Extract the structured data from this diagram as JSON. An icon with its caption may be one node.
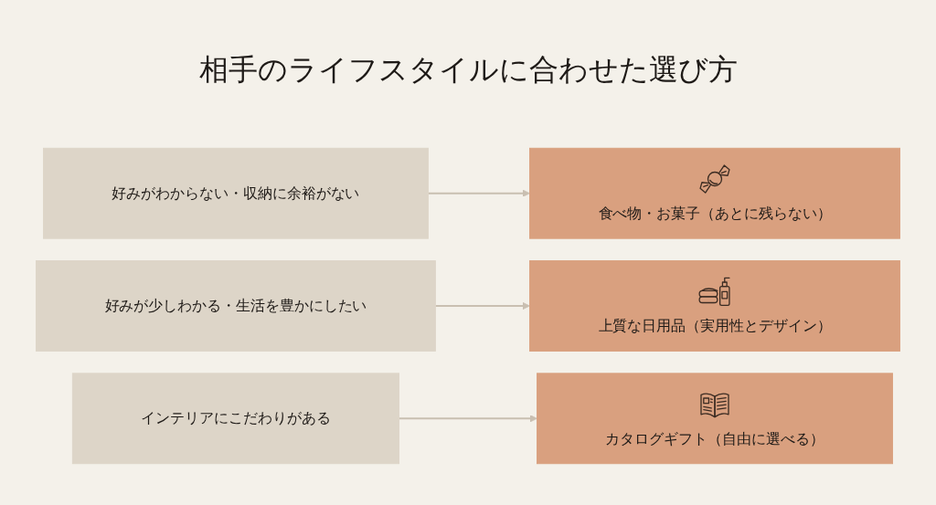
{
  "diagram": {
    "title": "相手のライフスタイルに合わせた選び方",
    "nodes": [
      {
        "text": [
          "好みがわからない・収納に余裕がない"
        ]
      },
      {
        "text": [
          "好みが少しわかる・生活を豊かにしたい"
        ]
      },
      {
        "text": [
          "インテリアにこだわりがある"
        ]
      },
      {
        "text": [
          "食べ物・お菓子（あとに残らない）"
        ]
      },
      {
        "text": [
          "上質な日用品（実用性とデザイン）"
        ]
      },
      {
        "text": [
          "カタログギフト（自由に選べる）"
        ]
      }
    ],
    "edges": [
      {
        "from": 0,
        "to": 3,
        "arrow": "to"
      },
      {
        "from": 1,
        "to": 4,
        "arrow": "to"
      },
      {
        "from": 2,
        "to": 5,
        "arrow": "to"
      }
    ]
  }
}
